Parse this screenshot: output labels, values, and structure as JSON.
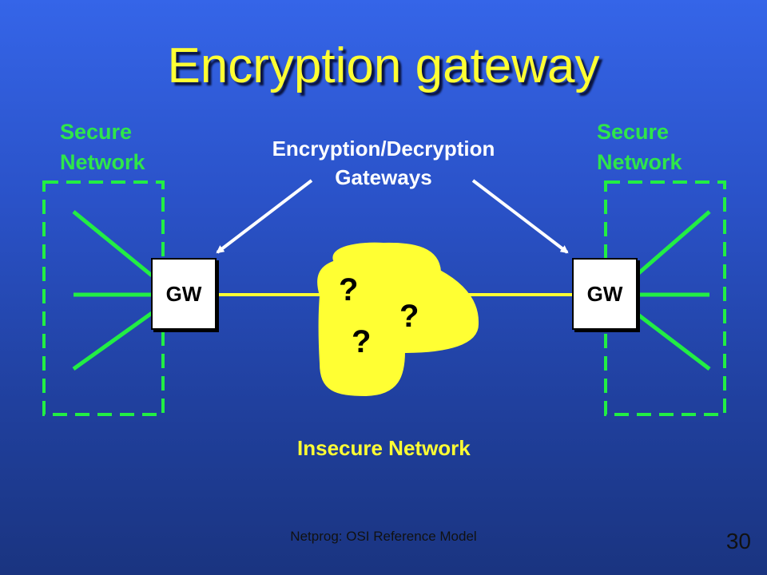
{
  "title": "Encryption gateway",
  "labels": {
    "secure_left_line1": "Secure",
    "secure_left_line2": "Network",
    "secure_right_line1": "Secure",
    "secure_right_line2": "Network",
    "gateways_line1": "Encryption/Decryption",
    "gateways_line2": "Gateways",
    "insecure": "Insecure Network"
  },
  "gateway_left": "GW",
  "gateway_right": "GW",
  "question_marks": [
    "?",
    "?",
    "?"
  ],
  "footer": "Netprog:  OSI Reference Model",
  "page_number": "30",
  "colors": {
    "title": "#ffff33",
    "secure_label": "#2ee64a",
    "cloud": "#ffff33",
    "link_line": "#ffff33",
    "network_lines": "#22ee44",
    "arrows": "#ffffff"
  }
}
